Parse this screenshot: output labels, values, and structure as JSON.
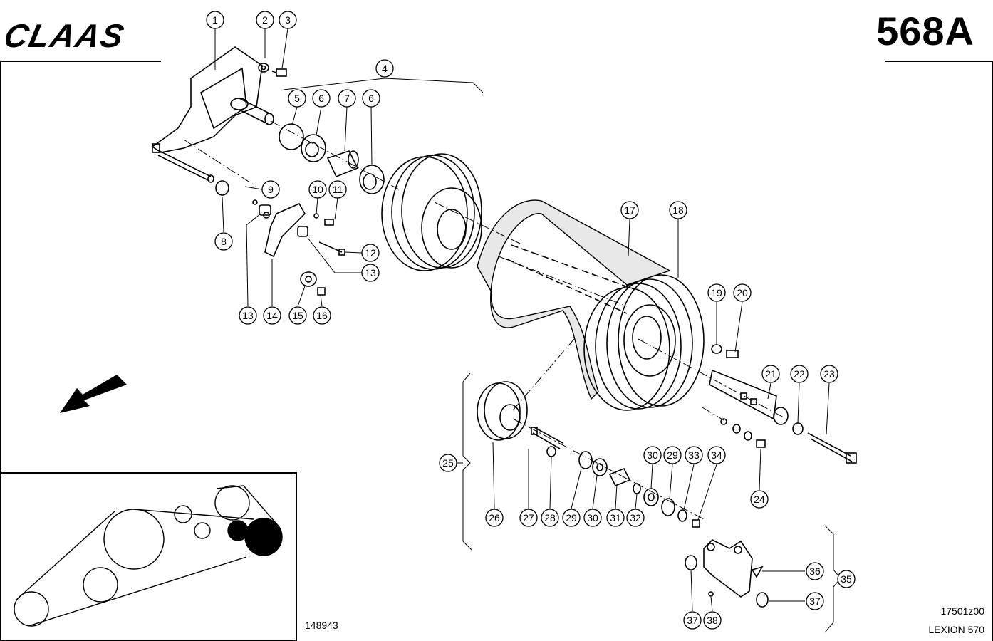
{
  "header": {
    "brand": "CLAAS",
    "page_code": "568A"
  },
  "footer": {
    "figure_left": "148943",
    "figure_right": "17501z00",
    "model": "LEXION 570"
  },
  "callouts": [
    {
      "n": "1"
    },
    {
      "n": "2"
    },
    {
      "n": "3"
    },
    {
      "n": "4"
    },
    {
      "n": "5"
    },
    {
      "n": "6"
    },
    {
      "n": "7"
    },
    {
      "n": "6"
    },
    {
      "n": "8"
    },
    {
      "n": "9"
    },
    {
      "n": "10"
    },
    {
      "n": "11"
    },
    {
      "n": "12"
    },
    {
      "n": "13"
    },
    {
      "n": "13"
    },
    {
      "n": "14"
    },
    {
      "n": "15"
    },
    {
      "n": "16"
    },
    {
      "n": "17"
    },
    {
      "n": "18"
    },
    {
      "n": "19"
    },
    {
      "n": "20"
    },
    {
      "n": "21"
    },
    {
      "n": "22"
    },
    {
      "n": "23"
    },
    {
      "n": "24"
    },
    {
      "n": "25"
    },
    {
      "n": "26"
    },
    {
      "n": "27"
    },
    {
      "n": "28"
    },
    {
      "n": "29"
    },
    {
      "n": "30"
    },
    {
      "n": "31"
    },
    {
      "n": "32"
    },
    {
      "n": "30"
    },
    {
      "n": "29"
    },
    {
      "n": "33"
    },
    {
      "n": "34"
    },
    {
      "n": "35"
    },
    {
      "n": "36"
    },
    {
      "n": "37"
    },
    {
      "n": "37"
    },
    {
      "n": "38"
    }
  ]
}
